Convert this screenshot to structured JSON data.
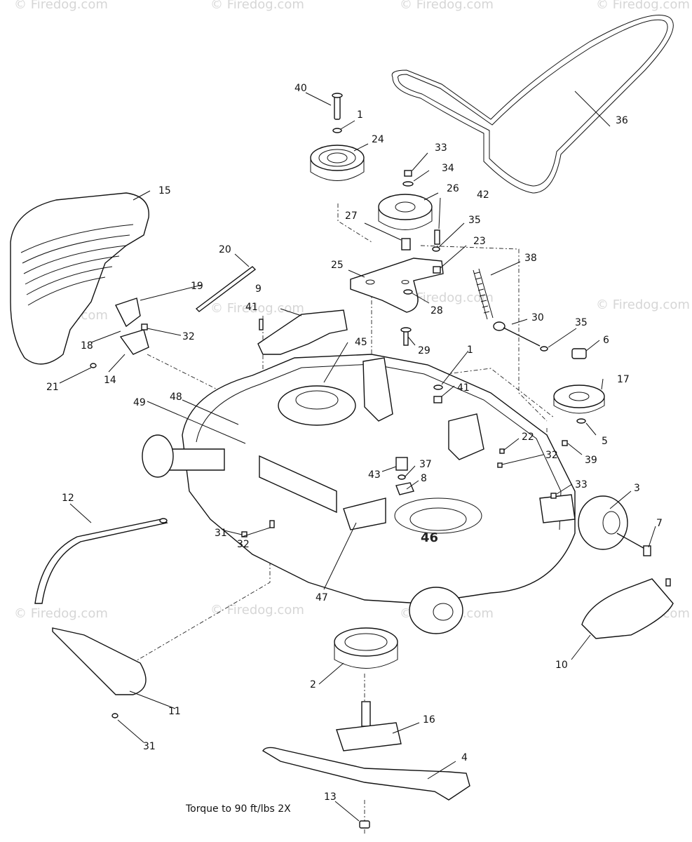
{
  "watermark": "© Firedog.com",
  "torque_note": "Torque to 90 ft/lbs 2X",
  "deck_label": "46",
  "callouts": [
    "1",
    "2",
    "3",
    "4",
    "5",
    "6",
    "7",
    "8",
    "9",
    "10",
    "11",
    "12",
    "13",
    "14",
    "15",
    "16",
    "17",
    "18",
    "19",
    "20",
    "21",
    "22",
    "23",
    "24",
    "25",
    "26",
    "27",
    "28",
    "29",
    "30",
    "31",
    "32",
    "33",
    "34",
    "35",
    "36",
    "37",
    "38",
    "39",
    "40",
    "41",
    "42",
    "43",
    "45",
    "46",
    "47",
    "48",
    "49"
  ]
}
